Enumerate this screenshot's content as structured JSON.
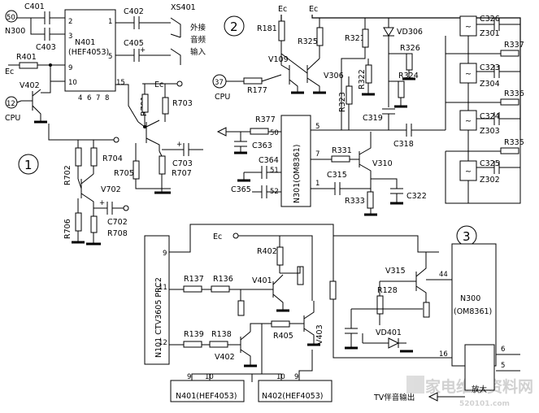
{
  "section_numbers": [
    "1",
    "2",
    "3"
  ],
  "watermark": {
    "brand": "家电维修资料网",
    "site": "520101.com"
  },
  "upper_left": {
    "chip": {
      "name": "N401",
      "part": "(HEF4053)"
    },
    "pins": {
      "p2": "2",
      "p3": "3",
      "p1": "1",
      "p5": "5",
      "p9": "9",
      "p10": "10",
      "p4": "4",
      "p6": "6",
      "p7": "7",
      "p8": "8",
      "p15": "15"
    },
    "components": {
      "C401": "C401",
      "C403": "C403",
      "C402": "C402",
      "C405": "C405",
      "R401": "R401",
      "V402": "V402",
      "XS401": "XS401",
      "R701": "R701",
      "R703": "R703",
      "R705": "R705",
      "R707": "R707",
      "C703": "C703",
      "R702": "R702",
      "R704": "R704",
      "V702": "V702",
      "R706": "R706",
      "C702": "C702",
      "R708": "R708"
    },
    "nodes": {
      "n50": "50",
      "n12": "12"
    },
    "labels": {
      "N300": "N300",
      "Ec": "Ec",
      "CPU": "CPU",
      "ext_audio": "外接",
      "ext_audio2": "音频",
      "ext_audio3": "输入",
      "plus": "+"
    }
  },
  "upper_right": {
    "chip": {
      "name": "N301(OM8361)"
    },
    "pins": {
      "p50": "50",
      "p51": "51",
      "p52": "52",
      "p5": "5",
      "p7": "7",
      "p1": "1"
    },
    "components": {
      "R181": "R181",
      "R325": "R325",
      "V109": "V109",
      "V306": "V306",
      "R177": "R177",
      "R321": "R321",
      "R322": "R322",
      "R323": "R323",
      "VD306": "VD306",
      "R326": "R326",
      "R324": "R324",
      "C319": "C319",
      "C326": "C326",
      "Z301": "Z301",
      "R337": "R337",
      "C323": "C323",
      "Z304": "Z304",
      "R336": "R336",
      "C324": "C324",
      "Z303": "Z303",
      "R335": "R335",
      "C325": "C325",
      "Z302": "Z302",
      "C318": "C318",
      "R377": "R377",
      "C363": "C363",
      "C364": "C364",
      "C365": "C365",
      "R331": "R331",
      "V310": "V310",
      "C315": "C315",
      "R333": "R333",
      "C322": "C322"
    },
    "nodes": {
      "n37": "37"
    },
    "labels": {
      "Ec": "Ec",
      "CPU": "CPU"
    }
  },
  "lower": {
    "chips": {
      "n101": "N101  CTV3605 PRC2",
      "n300": "N300",
      "n300part": "(OM8361)",
      "n401": "N401(HEF4053)",
      "n402": "N402(HEF4053)"
    },
    "pins": {
      "p9": "9",
      "p11": "11",
      "p12": "12",
      "p44": "44",
      "p16": "16",
      "p6": "6",
      "p5": "5",
      "a9": "9",
      "a10": "10",
      "b10": "10",
      "b9": "9"
    },
    "components": {
      "R137": "R137",
      "R136": "R136",
      "R139": "R139",
      "R138": "R138",
      "R402": "R402",
      "V401": "V401",
      "V402": "V402",
      "R405": "R405",
      "V403": "V403",
      "V315": "V315",
      "R128": "R128",
      "VD401": "VD401"
    },
    "labels": {
      "Ec": "Ec",
      "tv_out": "TV伴音输出",
      "amp": "放大"
    }
  }
}
